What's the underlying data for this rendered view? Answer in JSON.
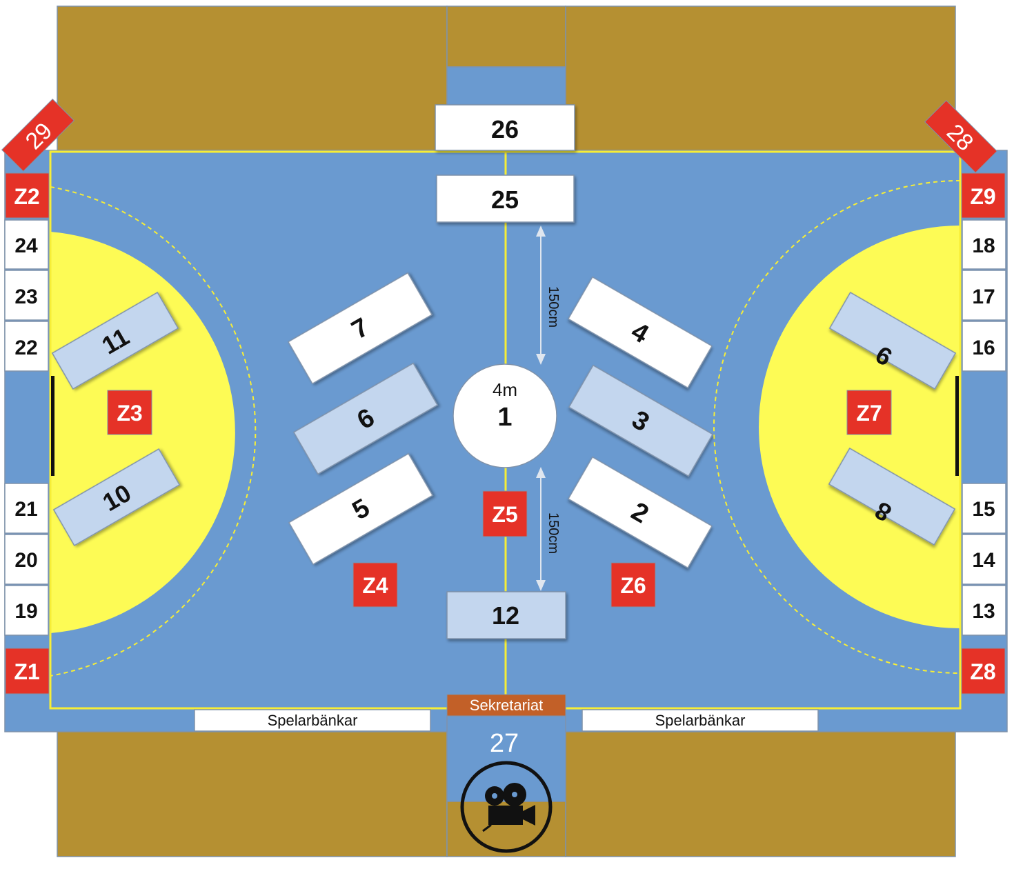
{
  "colors": {
    "court": "#6a9ad0",
    "goal_area": "#fdfb55",
    "line": "#f7ee36",
    "floor": "#b59032",
    "white_box": "#ffffff",
    "light_box": "#c3d6ee",
    "zone": "#e53227",
    "secretariat": "#c26028",
    "border": "#7f92aa"
  },
  "top_spots": [
    "26",
    "25"
  ],
  "center": {
    "label_top": "4m",
    "label_main": "1"
  },
  "measure_label": "150cm",
  "left_spots": [
    "7",
    "6",
    "5"
  ],
  "right_spots": [
    "4",
    "3",
    "2"
  ],
  "bottom_spot": "12",
  "left_goal_spots": [
    "11",
    "10"
  ],
  "right_goal_spots": [
    "9",
    "8"
  ],
  "left_side_numbers": [
    "24",
    "23",
    "22",
    "21",
    "20",
    "19"
  ],
  "right_side_numbers": [
    "18",
    "17",
    "16",
    "15",
    "14",
    "13"
  ],
  "corner_flags": [
    "29",
    "28"
  ],
  "zones": {
    "z1": "Z1",
    "z2": "Z2",
    "z3": "Z3",
    "z4": "Z4",
    "z5": "Z5",
    "z6": "Z6",
    "z7": "Z7",
    "z8": "Z8",
    "z9": "Z9"
  },
  "benches": [
    "Spelarbänkar",
    "Spelarbänkar"
  ],
  "secretariat": {
    "label": "Sekretariat",
    "number": "27"
  }
}
